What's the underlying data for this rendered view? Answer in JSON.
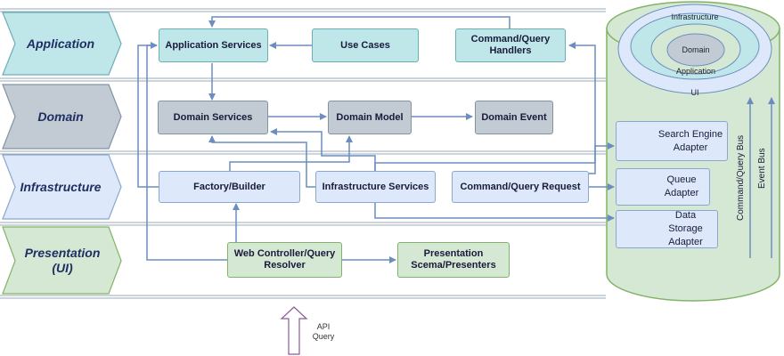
{
  "layers": {
    "application": "Application",
    "domain": "Domain",
    "infrastructure": "Infrastructure",
    "presentation": "Presentation (UI)"
  },
  "components": {
    "application_services": "Application Services",
    "use_cases": "Use Cases",
    "command_query_handlers": "Command/Query Handlers",
    "domain_services": "Domain Services",
    "domain_model": "Domain Model",
    "domain_event": "Domain Event",
    "factory_builder": "Factory/Builder",
    "infrastructure_services": "Infrastructure Services",
    "command_query_request": "Command/Query Request",
    "web_controller": "Web Controller/Query Resolver",
    "presentation_schema": "Presentation Scema/Presenters"
  },
  "onion": {
    "infrastructure": "Infrastructure",
    "domain": "Domain",
    "application": "Application",
    "ui": "UI"
  },
  "adapters": {
    "search_engine": "Search Engine Adapter",
    "queue": "Queue Adapter",
    "data_storage": "Data Storage Adapter"
  },
  "buses": {
    "command_query_bus": "Command/Query Bus",
    "event_bus": "Event Bus"
  },
  "entry": {
    "api_query": "API Query"
  },
  "colors": {
    "application": "#bfe7ea",
    "domain": "#c2cad3",
    "infrastructure": "#dde9fa",
    "presentation": "#d5e8d4",
    "cylinder": "#d5e8d4",
    "arrow": "#6c8ebf"
  }
}
